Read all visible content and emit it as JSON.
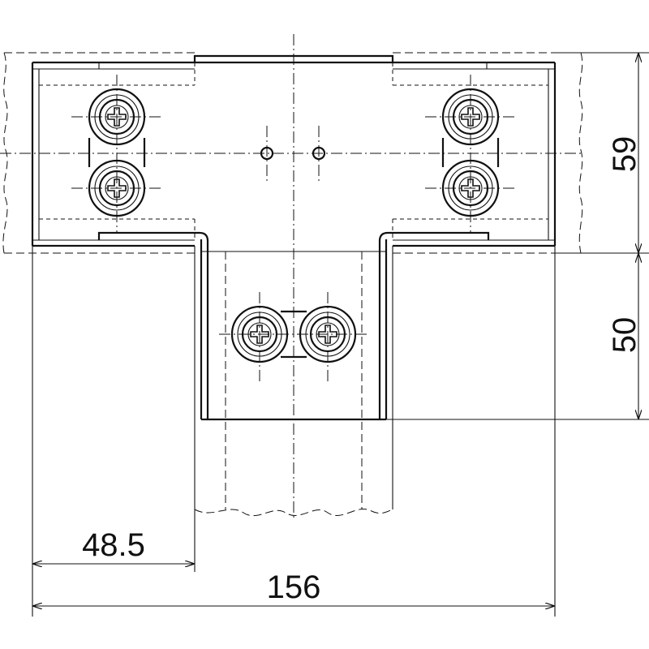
{
  "dimensions": {
    "height_top": "59",
    "height_branch": "50",
    "offset": "48.5",
    "total_width": "156"
  }
}
